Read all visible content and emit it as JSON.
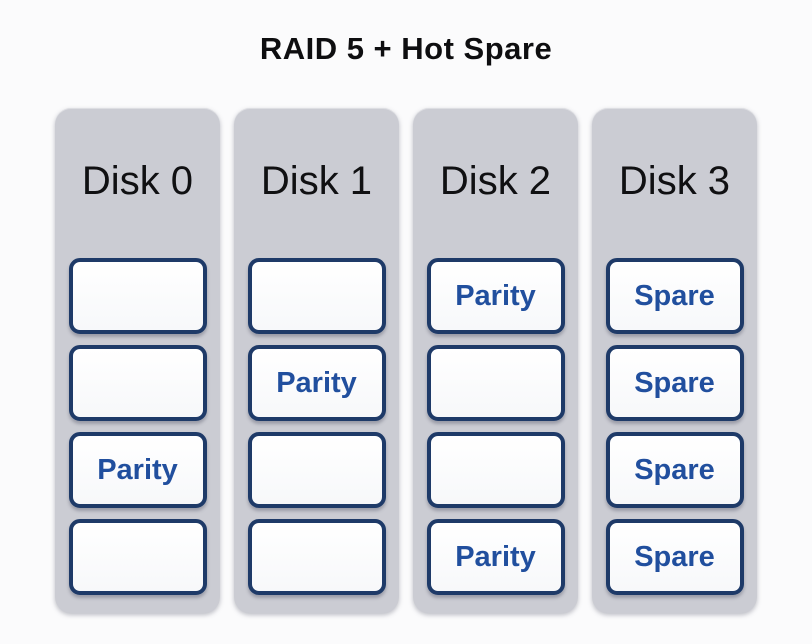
{
  "title": "RAID 5 + Hot Spare",
  "colors": {
    "background": "#fbfbfc",
    "column_fill": "#cbccd3",
    "block_border": "#1e3a68",
    "block_fill": "#ffffff",
    "block_text_blue": "#214f9e",
    "title_text": "#0e0e10"
  },
  "disks": [
    {
      "label": "Disk 0",
      "blocks": [
        "",
        "",
        "Parity",
        ""
      ]
    },
    {
      "label": "Disk 1",
      "blocks": [
        "",
        "Parity",
        "",
        ""
      ]
    },
    {
      "label": "Disk 2",
      "blocks": [
        "Parity",
        "",
        "",
        "Parity"
      ]
    },
    {
      "label": "Disk 3",
      "blocks": [
        "Spare",
        "Spare",
        "Spare",
        "Spare"
      ]
    }
  ]
}
